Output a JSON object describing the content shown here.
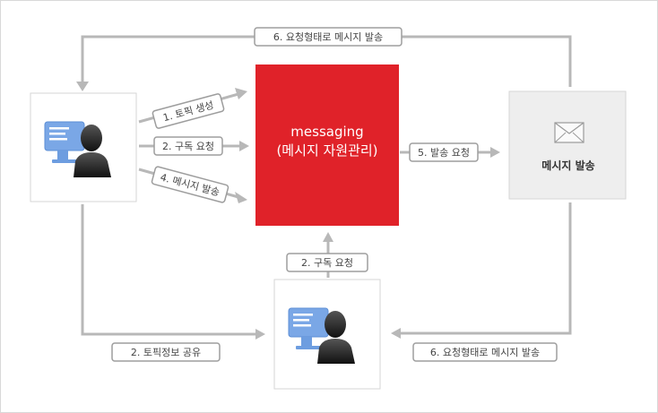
{
  "colors": {
    "border": "#d9d9d9",
    "line": "#b8b8b8",
    "center_box": "#e02229",
    "delivery_box": "#eeeeee",
    "monitor": "#7aa7e6",
    "person": "#2b2b2b"
  },
  "icons": {
    "publisher": "user-computer-icon",
    "subscriber": "user-computer-icon",
    "mail": "envelope-icon"
  },
  "center": {
    "title": "messaging",
    "subtitle": "(메시지 자원관리)"
  },
  "delivery": {
    "label": "메시지 발송"
  },
  "labels": {
    "top_return": "6. 요청형태로 메시지 발송",
    "create_topic": "1. 토픽 생성",
    "subscribe_request": "2. 구독 요청",
    "send_message": "4. 메시지 발송",
    "send_request": "5. 발송 요청",
    "subscriber_subscribe": "2. 구독 요청",
    "share_topic": "2. 토픽정보 공유",
    "bottom_return": "6. 요청형태로 메시지 발송"
  }
}
